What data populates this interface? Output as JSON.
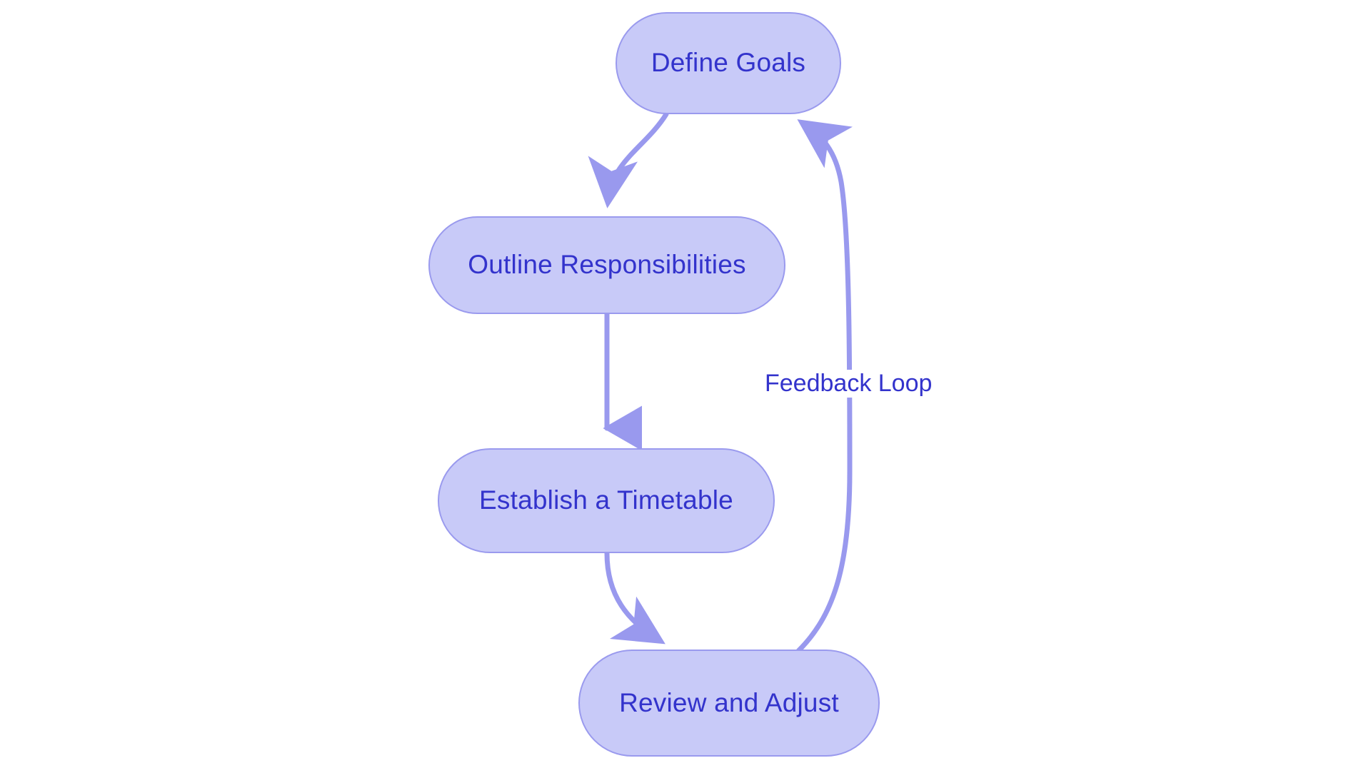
{
  "diagram": {
    "type": "flowchart",
    "orientation": "top-to-bottom",
    "background_color": "#ffffff",
    "node_fill_color": "#c8caf8",
    "node_border_color": "#9a9aee",
    "node_text_color": "#3333cc",
    "edge_color": "#9999ee",
    "nodes": [
      {
        "id": "define-goals",
        "label": "Define Goals"
      },
      {
        "id": "outline-responsibilities",
        "label": "Outline Responsibilities"
      },
      {
        "id": "establish-timetable",
        "label": "Establish a Timetable"
      },
      {
        "id": "review-adjust",
        "label": "Review and Adjust"
      }
    ],
    "edges": [
      {
        "from": "define-goals",
        "to": "outline-responsibilities",
        "label": ""
      },
      {
        "from": "outline-responsibilities",
        "to": "establish-timetable",
        "label": ""
      },
      {
        "from": "establish-timetable",
        "to": "review-adjust",
        "label": ""
      },
      {
        "from": "review-adjust",
        "to": "define-goals",
        "label": "Feedback Loop"
      }
    ]
  }
}
